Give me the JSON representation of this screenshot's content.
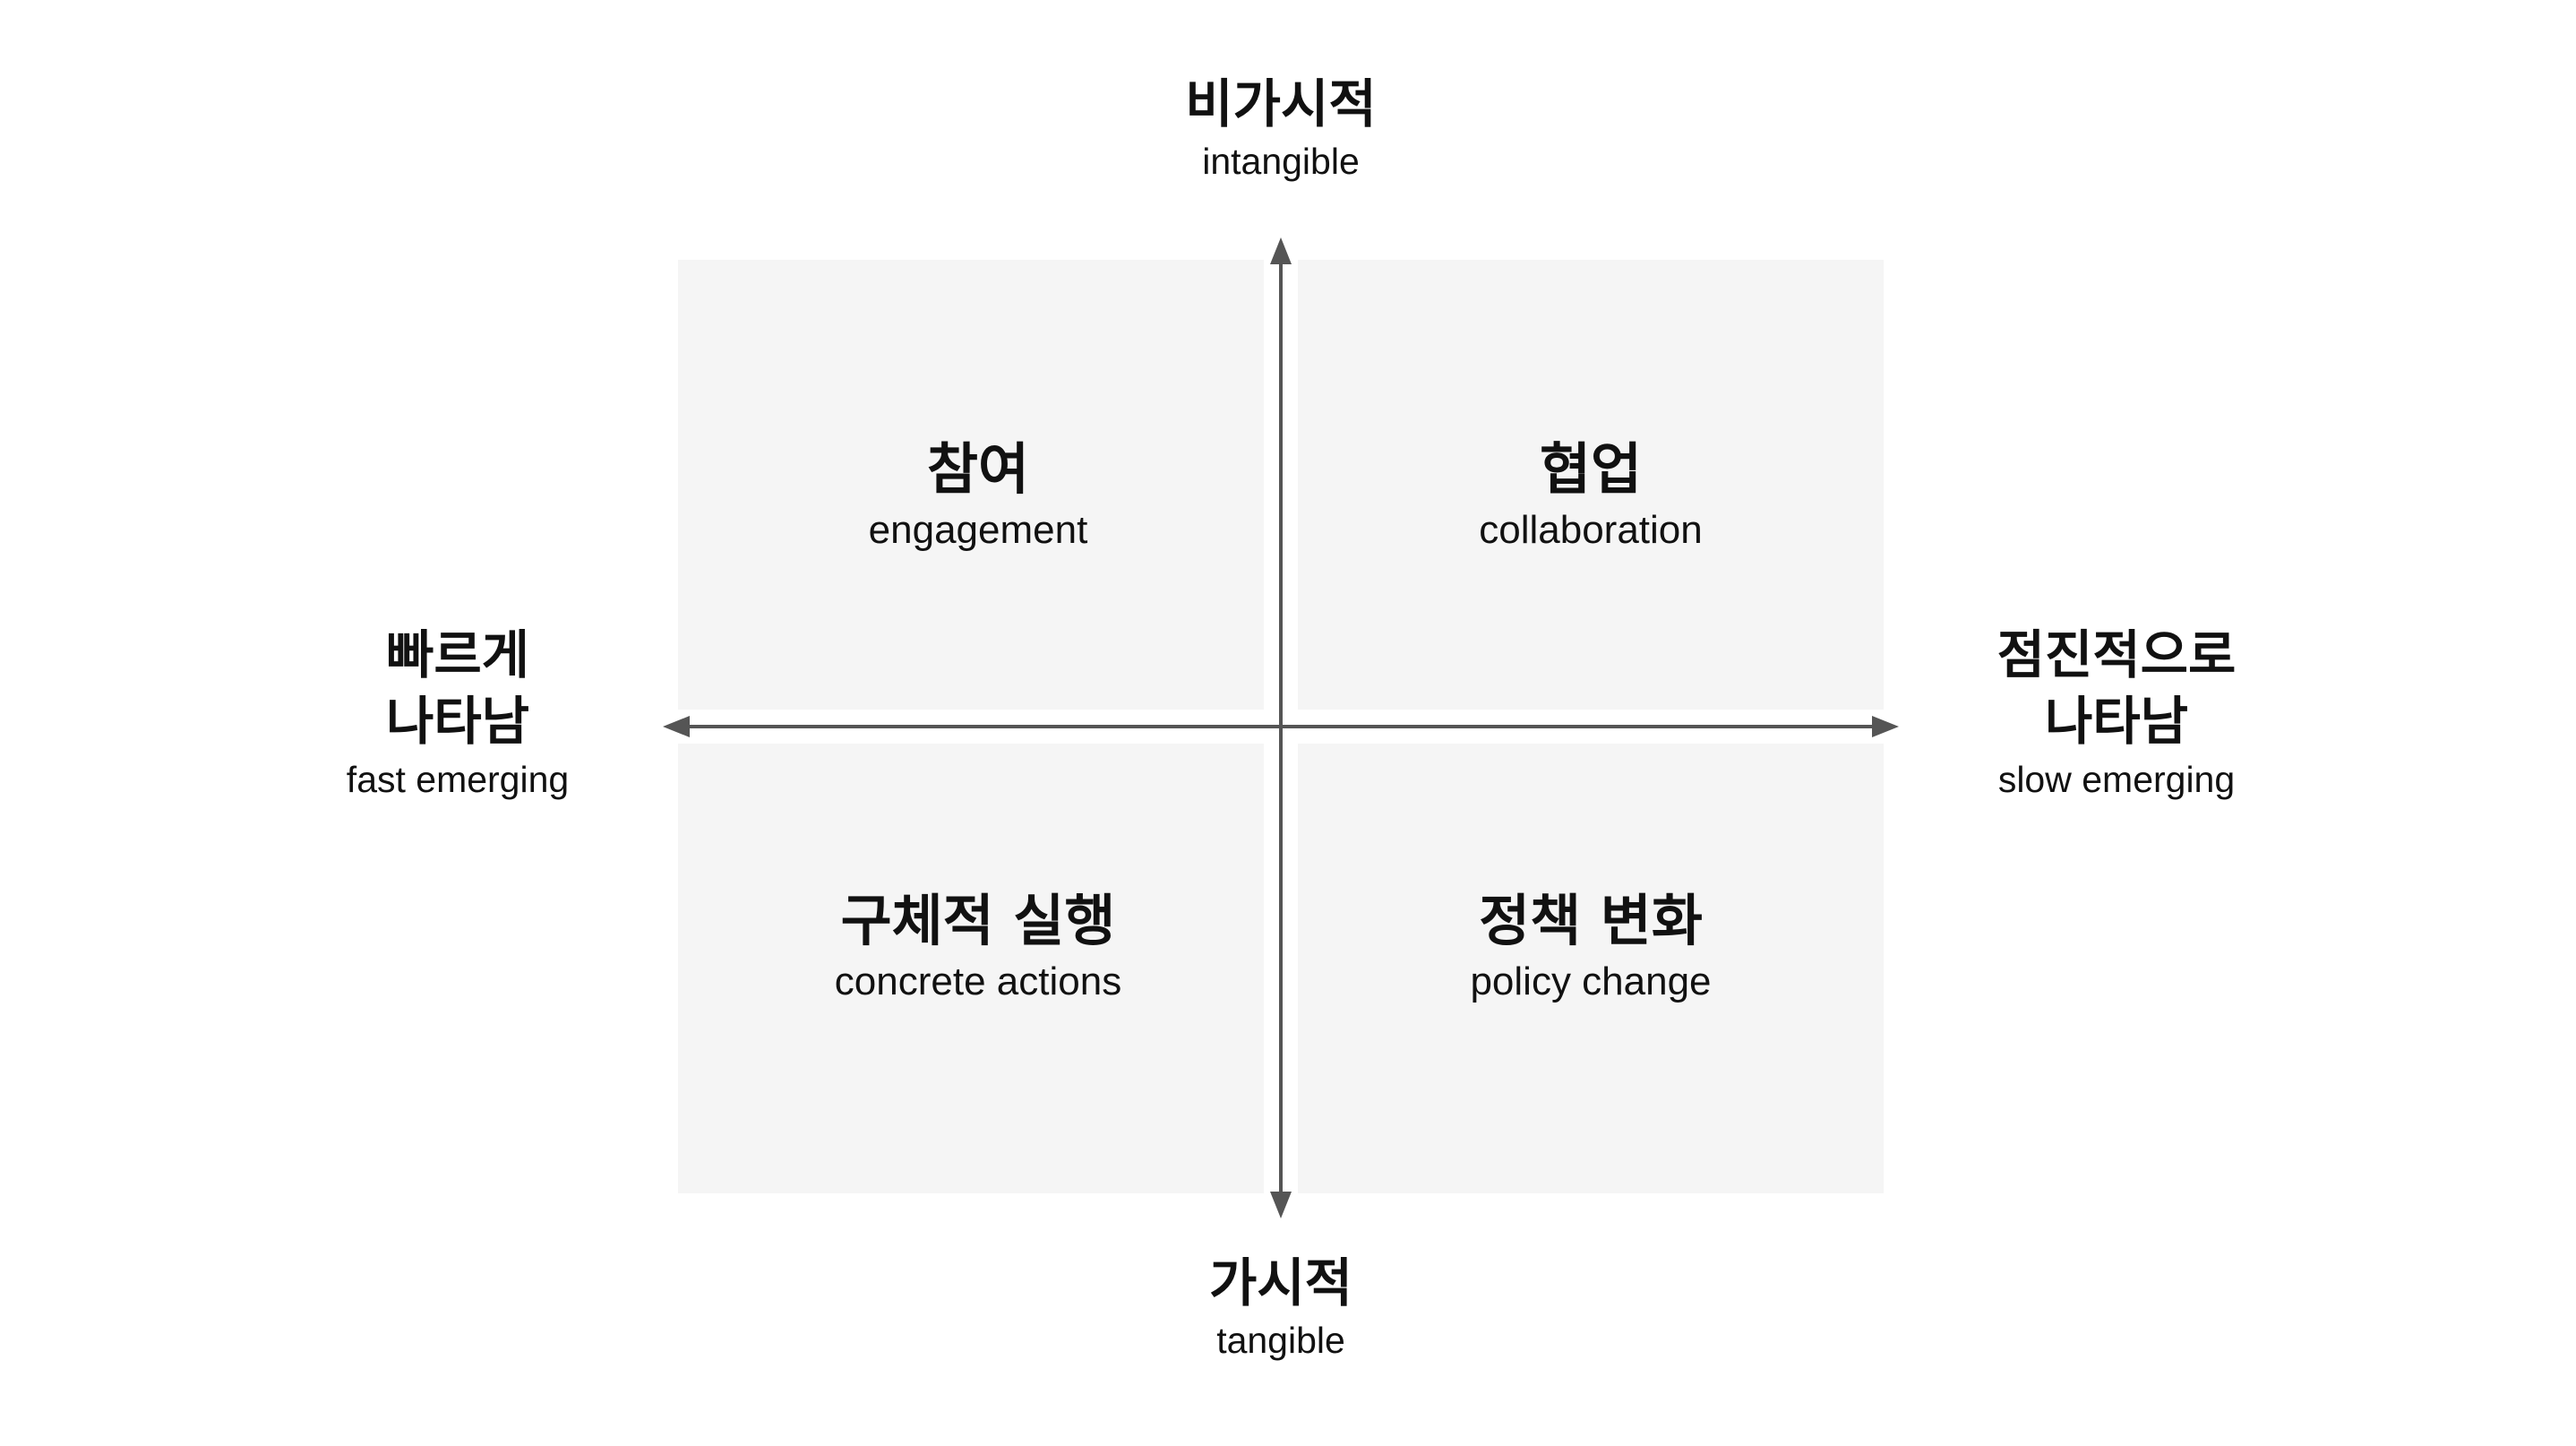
{
  "axes": {
    "top": {
      "ko": "비가시적",
      "en": "intangible"
    },
    "bottom": {
      "ko": "가시적",
      "en": "tangible"
    },
    "left": {
      "ko_line1": "빠르게",
      "ko_line2": "나타남",
      "en": "fast emerging"
    },
    "right": {
      "ko_line1": "점진적으로",
      "ko_line2": "나타남",
      "en": "slow emerging"
    }
  },
  "quadrants": {
    "top_left": {
      "ko": "참여",
      "en": "engagement"
    },
    "top_right": {
      "ko": "협업",
      "en": "collaboration"
    },
    "bottom_left": {
      "ko": "구체적 실행",
      "en": "concrete actions"
    },
    "bottom_right": {
      "ko": "정책 변화",
      "en": "policy change"
    }
  },
  "colors": {
    "quadrant_fill": "#f5f5f5",
    "axis_line": "#555555",
    "text": "#111111"
  }
}
